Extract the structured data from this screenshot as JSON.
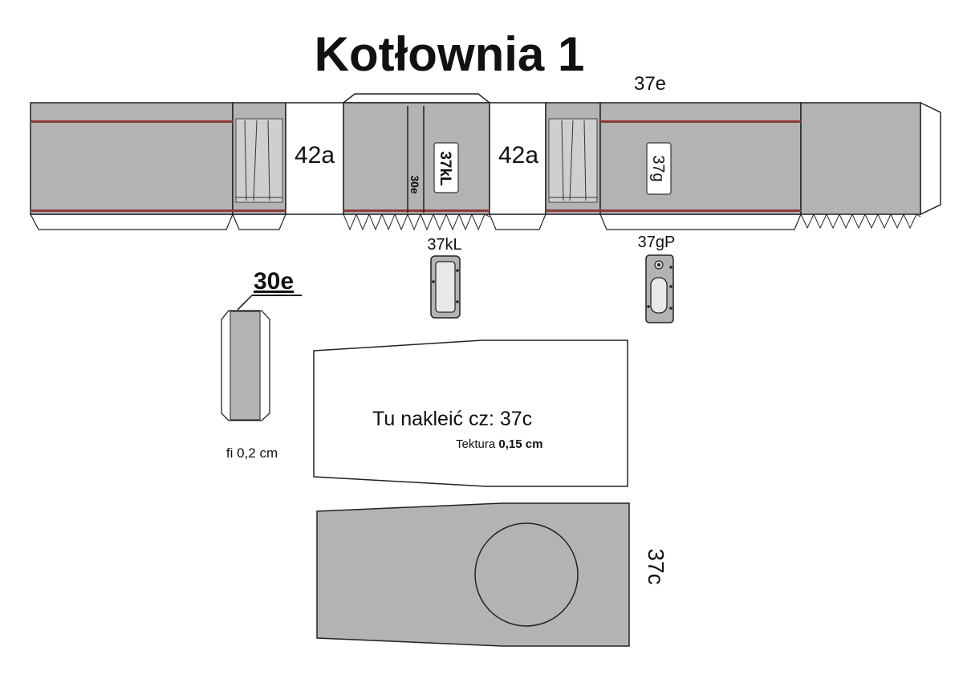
{
  "title": "Kotłownia 1",
  "main_strip": {
    "label_37e": "37e",
    "label_42a_left": "42a",
    "label_42a_right": "42a",
    "label_30e_vertical": "30e",
    "label_37kL_vertical": "37kL",
    "label_37g_vertical": "37g"
  },
  "parts": {
    "label_37kL": "37kL",
    "label_37gP": "37gP",
    "label_30e": "30e",
    "label_fi": "fi 0,2 cm",
    "label_37c": "37c"
  },
  "glue_panel": {
    "instruction": "Tu nakleić cz: 37c",
    "cardboard_prefix": "Tektura ",
    "cardboard_value": "0,15 cm"
  },
  "colors": {
    "panel_gray": "#b3b3b3",
    "dark_stripe": "#8b3a3a",
    "outline": "#222222",
    "paper": "#ffffff"
  }
}
